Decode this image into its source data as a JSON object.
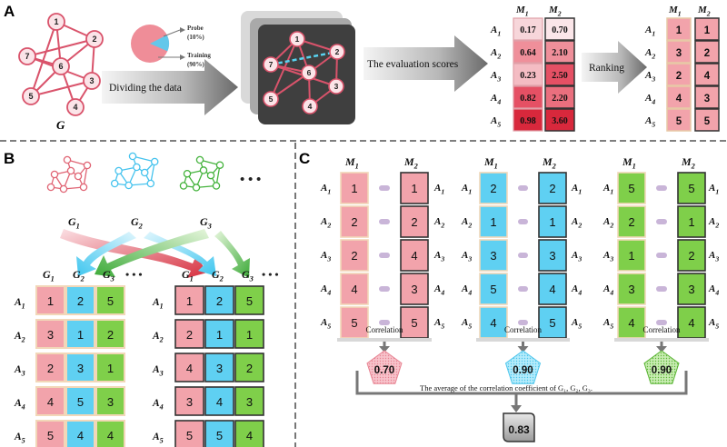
{
  "panels": {
    "a": "A",
    "b": "B",
    "c": "C"
  },
  "colors": {
    "red_node_stroke": "#d9536b",
    "red_node_fill": "#fbe4e8",
    "pink_cell": "#f2a3ab",
    "blue_cell": "#5fd0f2",
    "green_cell": "#7fcf4a",
    "dark_red": "#d6303f",
    "cyan_dash": "#58d3f0",
    "gray_arrow": "#7a7a7a"
  },
  "panel_a": {
    "graph_label": "G",
    "node_labels": [
      "1",
      "2",
      "3",
      "4",
      "5",
      "6",
      "7"
    ],
    "pie_labels": {
      "probe": "Probe",
      "probe_pct": "(10%)",
      "training": "Training",
      "training_pct": "(90%)"
    },
    "pie_probe_fraction": 0.1,
    "arrow_dividing": "Dividing the data",
    "window_node_labels": [
      "1",
      "2",
      "3",
      "4",
      "5",
      "6",
      "7"
    ],
    "arrow_evaluation": "The evaluation scores",
    "arrow_ranking": "Ranking",
    "score_col_m1": "M",
    "score_col_m2": "M",
    "row_label_letter": "A",
    "row_subscripts": [
      "1",
      "2",
      "3",
      "4",
      "5"
    ],
    "scores_m1": [
      "0.17",
      "0.64",
      "0.23",
      "0.82",
      "0.98"
    ],
    "scores_m2": [
      "0.70",
      "2.10",
      "2.50",
      "2.20",
      "3.60"
    ],
    "ranks_m1": [
      "1",
      "3",
      "2",
      "4",
      "5"
    ],
    "ranks_m2": [
      "1",
      "2",
      "4",
      "3",
      "5"
    ]
  },
  "panel_b": {
    "graph_letter": "G",
    "graph_subscripts": [
      "1",
      "2",
      "3"
    ],
    "ellipsis": "• • •",
    "left_table": [
      [
        "1",
        "2",
        "5"
      ],
      [
        "3",
        "1",
        "2"
      ],
      [
        "2",
        "3",
        "1"
      ],
      [
        "4",
        "5",
        "3"
      ],
      [
        "5",
        "4",
        "4"
      ]
    ],
    "right_table": [
      [
        "1",
        "2",
        "5"
      ],
      [
        "2",
        "1",
        "1"
      ],
      [
        "4",
        "3",
        "2"
      ],
      [
        "3",
        "4",
        "3"
      ],
      [
        "5",
        "5",
        "4"
      ]
    ]
  },
  "panel_c": {
    "groups": [
      {
        "m1": [
          "1",
          "2",
          "2",
          "4",
          "5"
        ],
        "m2": [
          "1",
          "2",
          "4",
          "3",
          "5"
        ],
        "corr": "0.70",
        "color": "pink"
      },
      {
        "m1": [
          "2",
          "1",
          "3",
          "5",
          "4"
        ],
        "m2": [
          "2",
          "1",
          "3",
          "4",
          "5"
        ],
        "corr": "0.90",
        "color": "blue"
      },
      {
        "m1": [
          "5",
          "2",
          "1",
          "3",
          "4"
        ],
        "m2": [
          "5",
          "1",
          "2",
          "3",
          "4"
        ],
        "corr": "0.90",
        "color": "green"
      }
    ],
    "correlation_label": "Correlation",
    "average_text": "The average of the correlation coefficient of G₁, G₂, G₃.",
    "average_value": "0.83"
  }
}
